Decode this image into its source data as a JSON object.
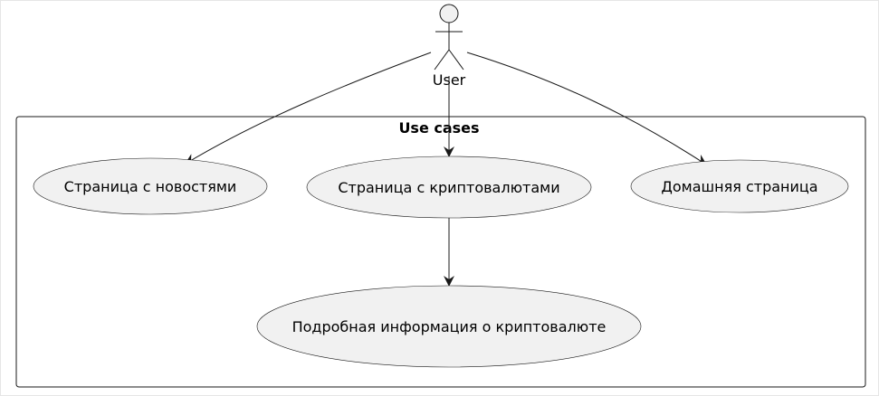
{
  "diagram": {
    "actor": {
      "label": "User"
    },
    "boundary": {
      "title": "Use cases"
    },
    "use_cases": {
      "news": "Страница с новостями",
      "crypto": "Страница с криптовалютами",
      "home": "Домашняя страница",
      "details": "Подробная информация о криптовалюте"
    },
    "relations": [
      {
        "from": "User",
        "to": "Страница с новостями"
      },
      {
        "from": "User",
        "to": "Страница с криптовалютами"
      },
      {
        "from": "User",
        "to": "Домашняя страница"
      },
      {
        "from": "Страница с криптовалютами",
        "to": "Подробная информация о криптовалюте"
      }
    ],
    "colors": {
      "usecase_fill": "#f1f1f1",
      "line": "#181818",
      "boundary_border": "#181818"
    }
  }
}
